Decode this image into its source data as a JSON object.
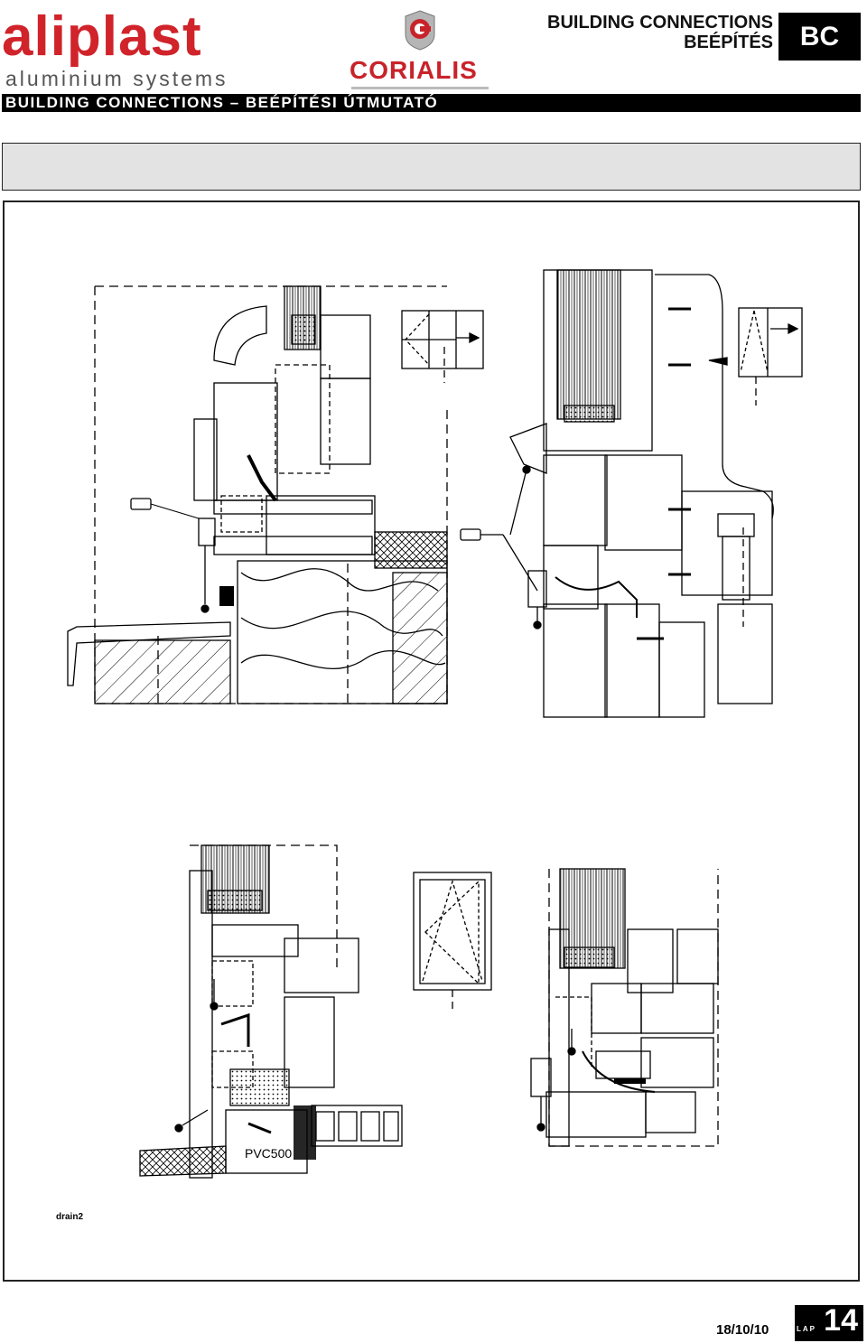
{
  "header": {
    "logo": {
      "brand": "aliplast",
      "sub": "aluminium systems"
    },
    "partner_logo": {
      "brand": "CORIALIS"
    },
    "title_line1": "BUILDING CONNECTIONS",
    "title_line2": "BEÉPÍTÉS",
    "code": "BC"
  },
  "banner": "BUILDING CONNECTIONS – BEÉPÍTÉSI ÚTMUTATÓ",
  "drawing": {
    "labels": {
      "pvc": "PVC500",
      "drain": "drain2"
    }
  },
  "footer": {
    "date": "18/10/10",
    "lap": "LAP",
    "page": "14"
  },
  "colors": {
    "red": "#d0232a",
    "black": "#000000",
    "grey": "#e3e3e3"
  }
}
